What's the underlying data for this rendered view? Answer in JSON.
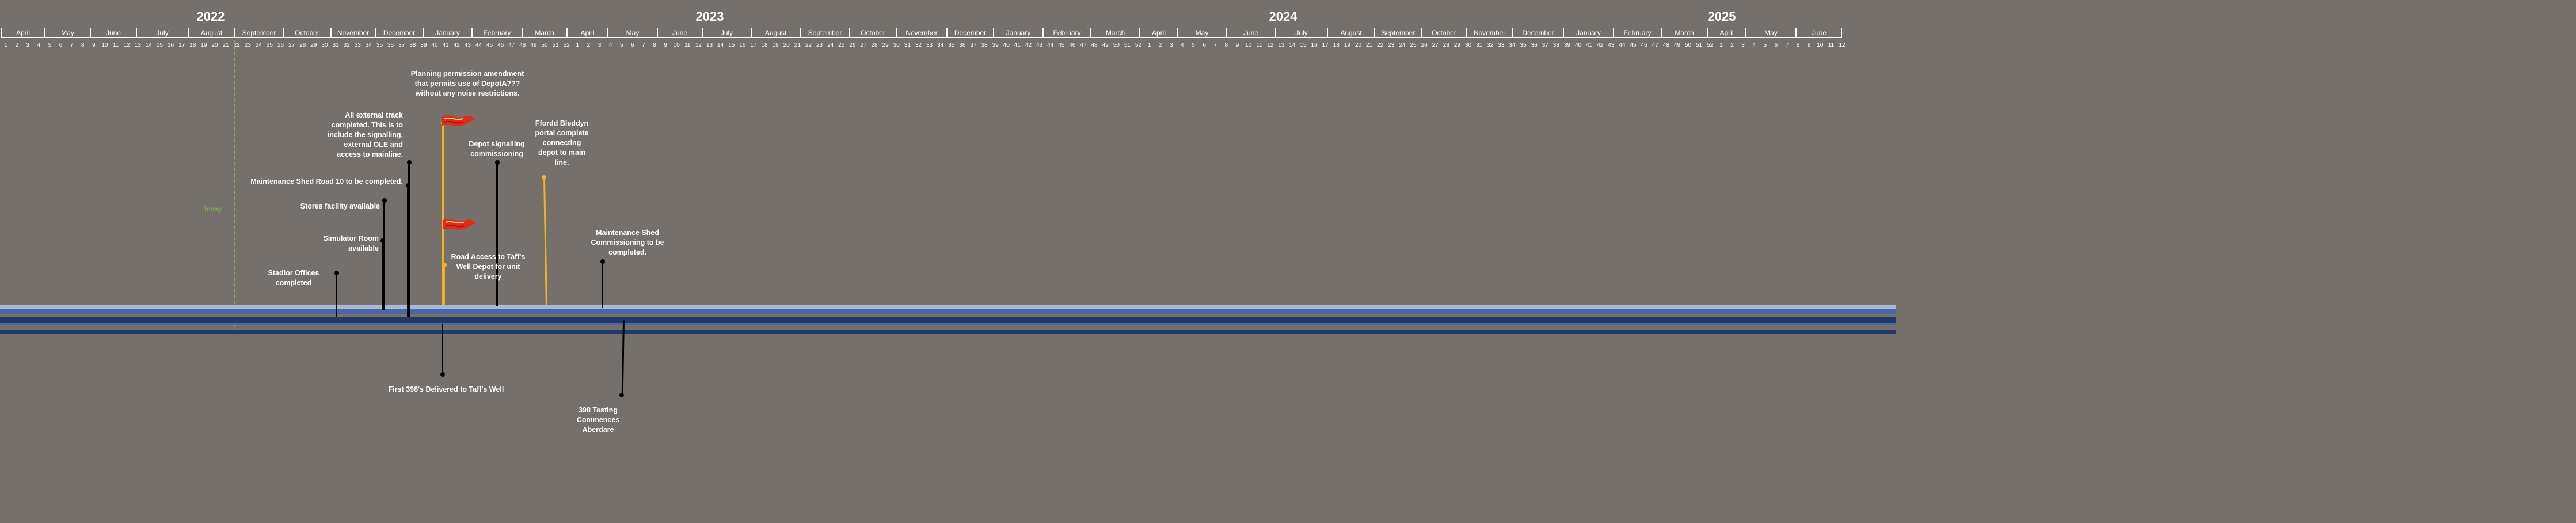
{
  "timeline": {
    "years": [
      "2022",
      "2023",
      "2024",
      "2025"
    ],
    "months": [
      "April",
      "May",
      "June",
      "July",
      "August",
      "September",
      "October",
      "November",
      "December",
      "January",
      "February",
      "March",
      "April",
      "May",
      "June",
      "July",
      "August",
      "September",
      "October",
      "November",
      "December",
      "January",
      "February",
      "March",
      "April",
      "May",
      "June",
      "July",
      "August",
      "September",
      "October",
      "November",
      "December",
      "January",
      "February",
      "March",
      "April",
      "May",
      "June"
    ],
    "weeks": [
      "1",
      "2",
      "3",
      "4",
      "5",
      "6",
      "7",
      "8",
      "9",
      "10",
      "11",
      "12",
      "13",
      "14",
      "15",
      "16",
      "17",
      "18",
      "19",
      "20",
      "21",
      "22",
      "23",
      "24",
      "25",
      "26",
      "27",
      "28",
      "29",
      "30",
      "31",
      "32",
      "33",
      "34",
      "35",
      "36",
      "37",
      "38",
      "39",
      "40",
      "41",
      "42",
      "43",
      "44",
      "45",
      "46",
      "47",
      "48",
      "49",
      "50",
      "51",
      "52",
      "1",
      "2",
      "3",
      "4",
      "5",
      "6",
      "7",
      "8",
      "9",
      "10",
      "11",
      "12",
      "13",
      "14",
      "15",
      "16",
      "17",
      "18",
      "19",
      "20",
      "21",
      "22",
      "23",
      "24",
      "25",
      "26",
      "27",
      "28",
      "29",
      "30",
      "31",
      "32",
      "33",
      "34",
      "35",
      "36",
      "37",
      "38",
      "39",
      "40",
      "41",
      "42",
      "43",
      "44",
      "45",
      "46",
      "47",
      "48",
      "49",
      "50",
      "51",
      "52",
      "1",
      "2",
      "3",
      "4",
      "5",
      "6",
      "7",
      "8",
      "9",
      "10",
      "11",
      "12",
      "13",
      "14",
      "15",
      "16",
      "17",
      "18",
      "19",
      "20",
      "21",
      "22",
      "23",
      "24",
      "25",
      "26",
      "27",
      "28",
      "29",
      "30",
      "31",
      "32",
      "33",
      "34",
      "35",
      "36",
      "37",
      "38",
      "39",
      "40",
      "41",
      "42",
      "43",
      "44",
      "45",
      "46",
      "47",
      "48",
      "49",
      "50",
      "51",
      "52",
      "1",
      "2",
      "3",
      "4",
      "5",
      "6",
      "7",
      "8",
      "9",
      "10",
      "11",
      "12"
    ],
    "today_label": "Today"
  },
  "milestones": {
    "stadlor": "Stadlor Offices completed",
    "simulator": "Simulator Room available",
    "stores": "Stores facility available",
    "maint_shed": "Maintenance Shed Road 10 to be completed.",
    "external_track": "All external track completed. This is to include the signalling, external OLE and access to mainline.",
    "planning": "Planning permission amendment that permits use of DepotA??? without any noise restrictions.",
    "road_access": "Road Access to Taff's Well Depot for unit delivery",
    "depot_signalling": "Depot signalling commissioning",
    "ffordd": "Ffordd Bleddyn portal complete connecting depot to main line.",
    "maint_commissioning": "Maintenance Shed Commissioning to be completed.",
    "first_398": "First 398's Delivered to Taff's Well",
    "testing": "398 Testing Commences Aberdare"
  },
  "colors": {
    "background": "#76706c",
    "today": "#7ab84a",
    "milestone_black": "#000000",
    "milestone_gold": "#f2b21c",
    "band_light": "#a9b9d9",
    "band_blue": "#4c67a8",
    "band_dark": "#243a66",
    "flag": "#e12a1a"
  }
}
